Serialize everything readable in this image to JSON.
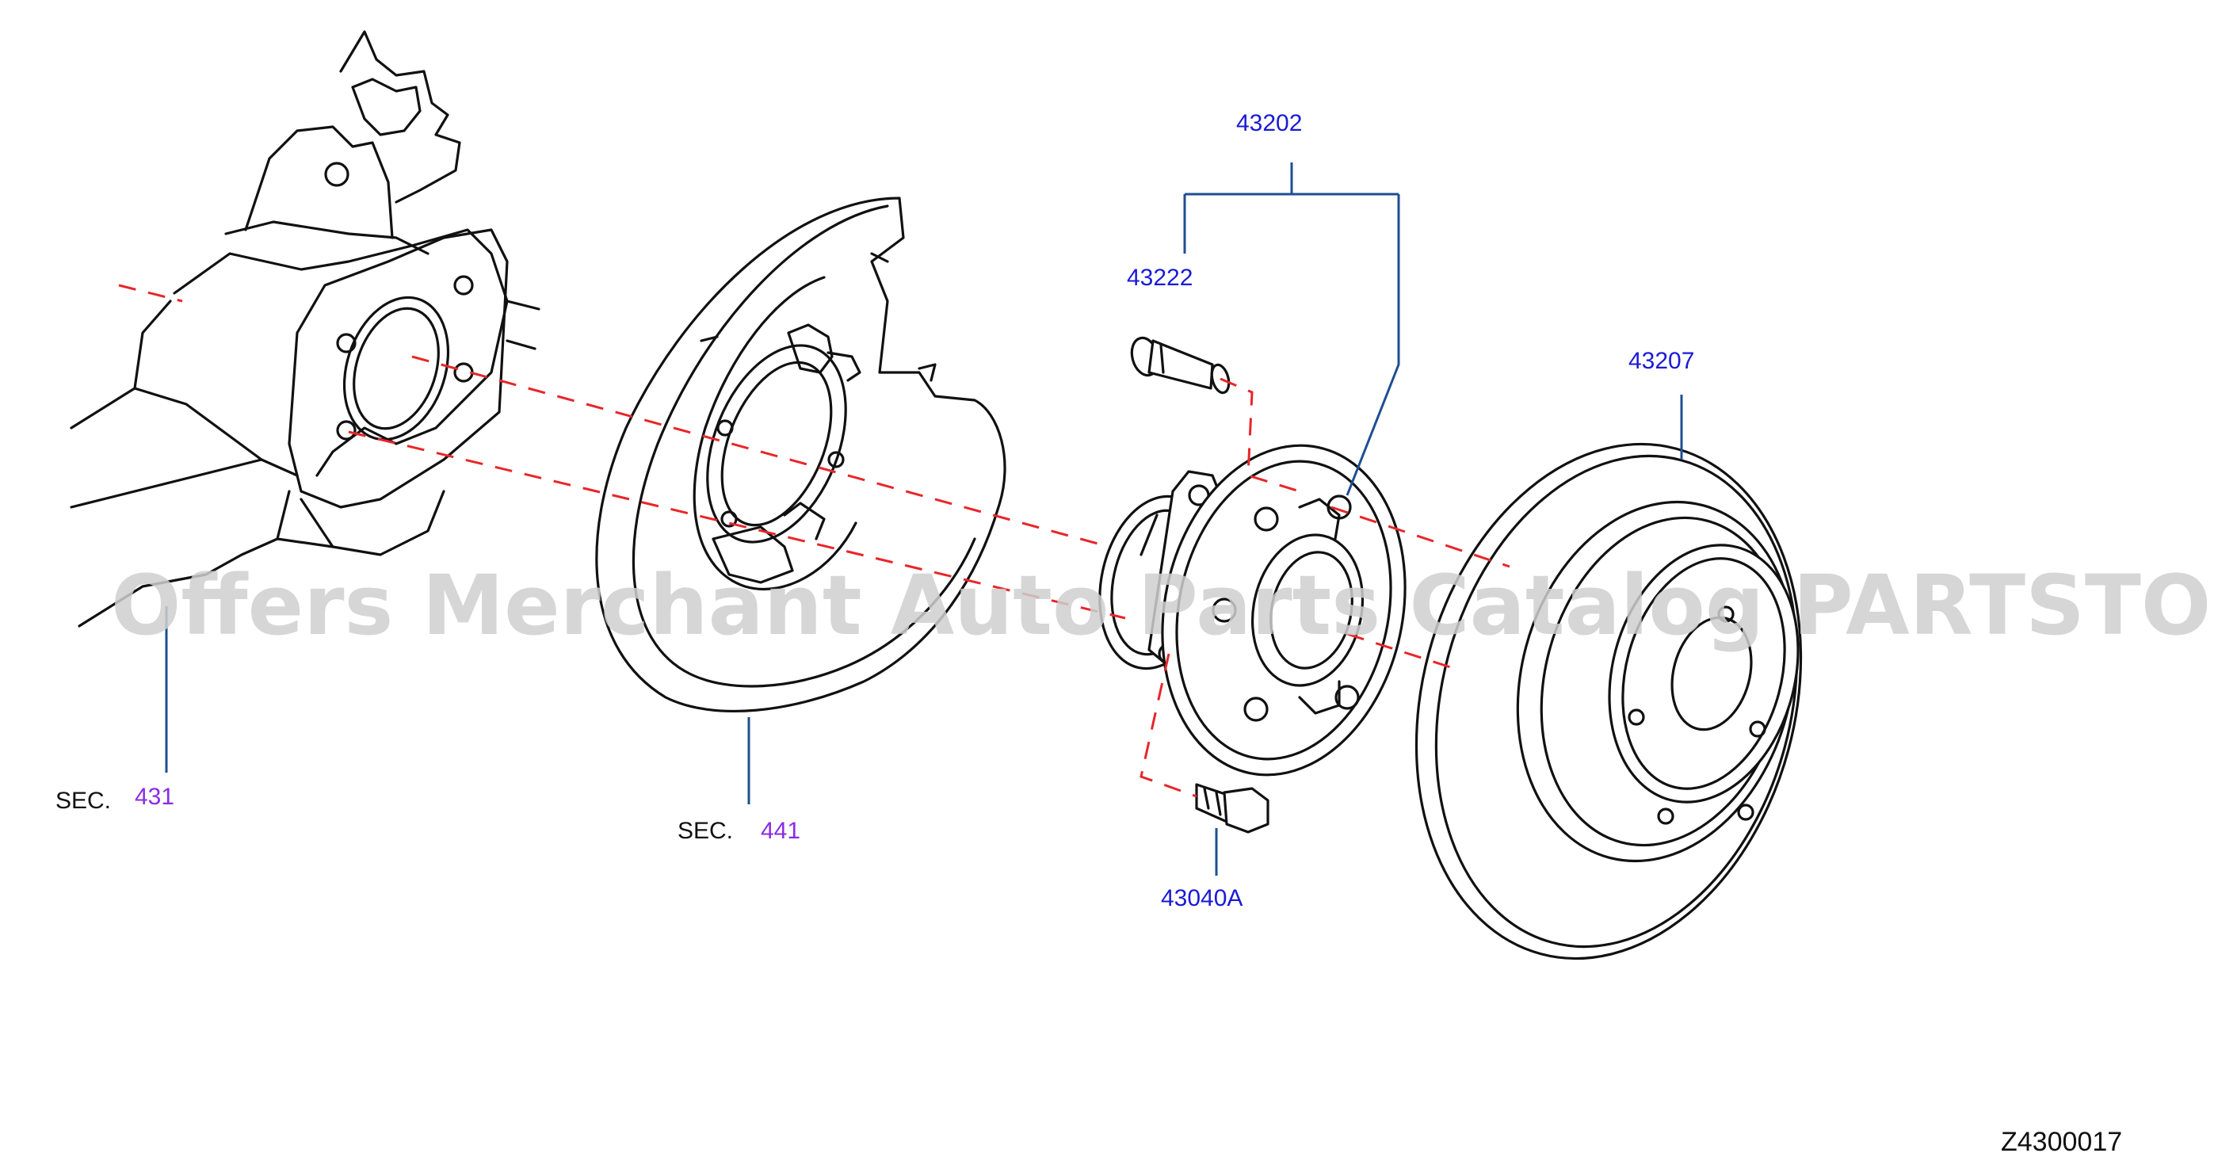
{
  "diagram": {
    "watermark": "Offers Merchant Auto Parts Catalog PARTSTORE.SA",
    "figure_code": "Z4300017",
    "labels": [
      {
        "id": "sec-431-prefix",
        "text": "SEC."
      },
      {
        "id": "sec-431-number",
        "text": "431"
      },
      {
        "id": "sec-441-prefix",
        "text": "SEC."
      },
      {
        "id": "sec-441-number",
        "text": "441"
      },
      {
        "id": "part-43202",
        "text": "43202"
      },
      {
        "id": "part-43222",
        "text": "43222"
      },
      {
        "id": "part-43207",
        "text": "43207"
      },
      {
        "id": "part-43040a",
        "text": "43040A"
      }
    ],
    "colors": {
      "part_number": "#1a1ad6",
      "section_number": "#8a2be2",
      "leader_line": "#1d4f91",
      "center_line": "#e8262a",
      "outline": "#111111"
    }
  }
}
